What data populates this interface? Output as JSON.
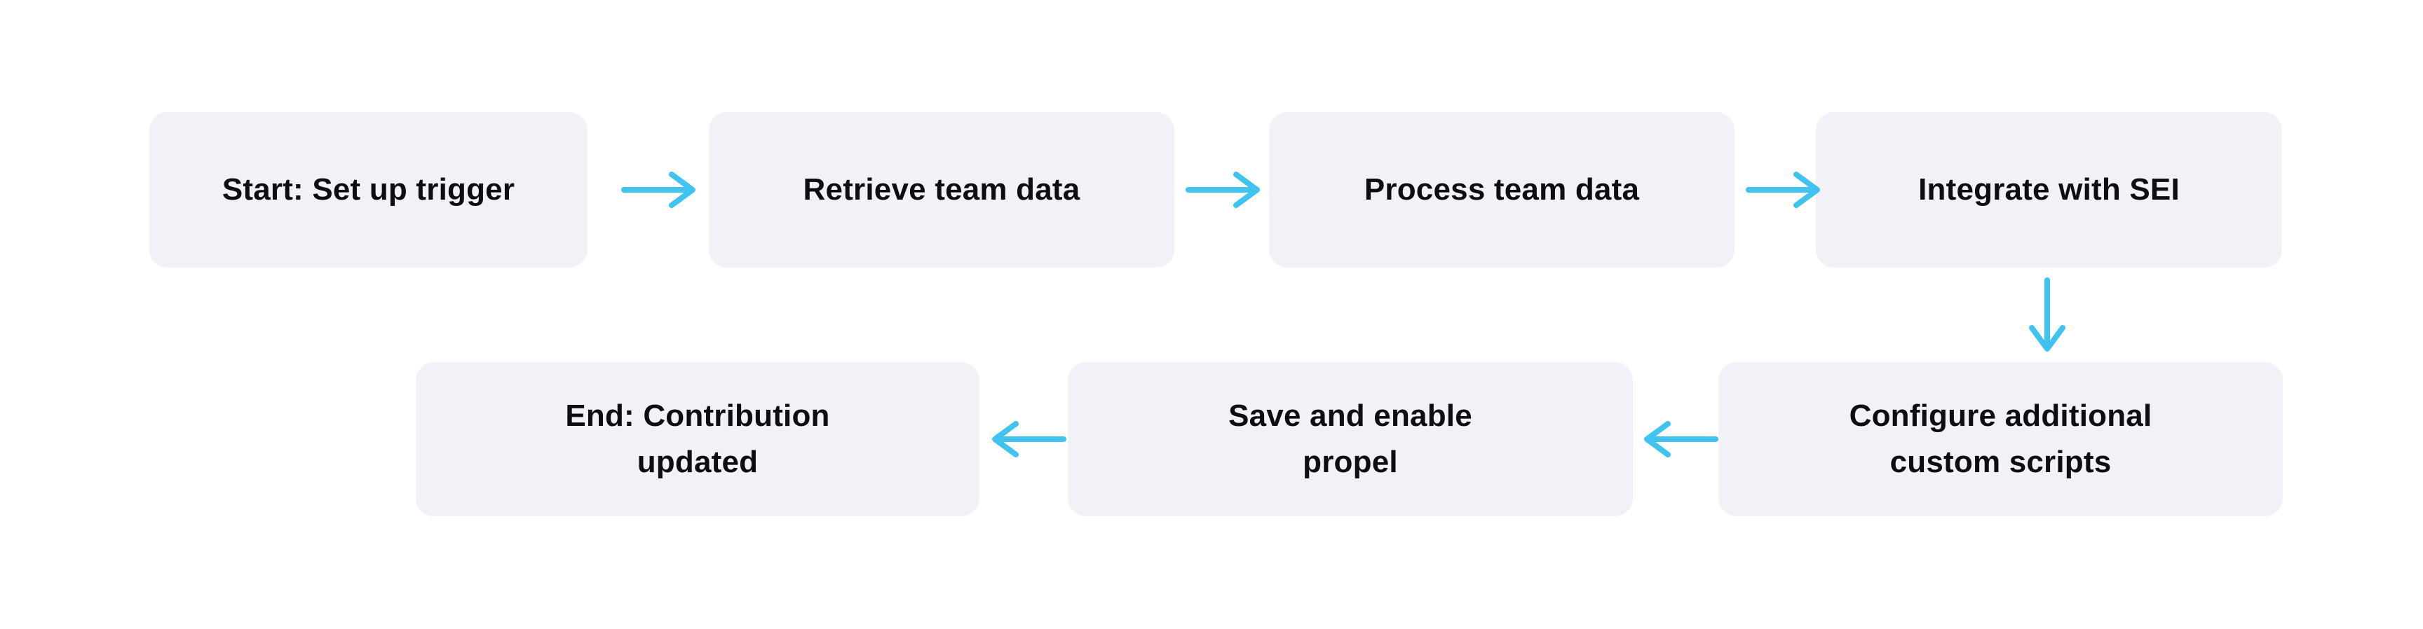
{
  "theme": {
    "canvas_background": "#ffffff",
    "node_fill": "#f1f2f7",
    "node_text": "#0d0d12",
    "arrow": "#41c3f0"
  },
  "diagram": {
    "type": "flowchart",
    "nodes": [
      {
        "id": "start",
        "label": "Start: Set up trigger"
      },
      {
        "id": "retrieve",
        "label": "Retrieve team data"
      },
      {
        "id": "process",
        "label": "Process team data"
      },
      {
        "id": "integrate",
        "label": "Integrate with SEI"
      },
      {
        "id": "configure",
        "label": "Configure additional\ncustom scripts"
      },
      {
        "id": "save",
        "label": "Save and enable\npropel"
      },
      {
        "id": "end",
        "label": "End: Contribution\nupdated"
      }
    ],
    "edges": [
      {
        "from": "start",
        "to": "retrieve",
        "direction": "right"
      },
      {
        "from": "retrieve",
        "to": "process",
        "direction": "right"
      },
      {
        "from": "process",
        "to": "integrate",
        "direction": "right"
      },
      {
        "from": "integrate",
        "to": "configure",
        "direction": "down"
      },
      {
        "from": "configure",
        "to": "save",
        "direction": "left"
      },
      {
        "from": "save",
        "to": "end",
        "direction": "left"
      }
    ]
  }
}
